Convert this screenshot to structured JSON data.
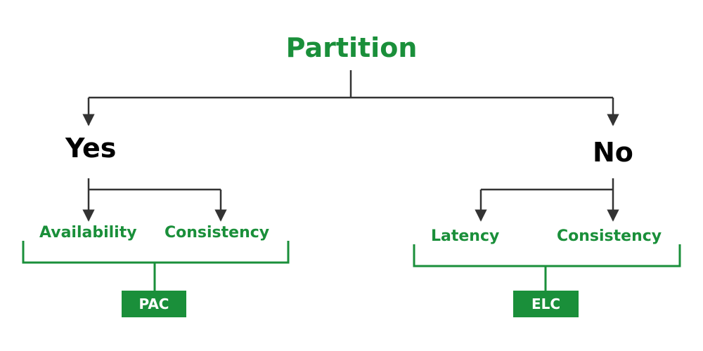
{
  "colors": {
    "accent": "#1a8f3a",
    "line": "#333333",
    "text": "#000000",
    "badge_text": "#ffffff"
  },
  "root": {
    "label": "Partition"
  },
  "yes": {
    "label": "Yes",
    "options": [
      {
        "label": "Availability"
      },
      {
        "label": "Consistency"
      }
    ],
    "result": "PAC"
  },
  "no": {
    "label": "No",
    "options": [
      {
        "label": "Latency"
      },
      {
        "label": "Consistency"
      }
    ],
    "result": "ELC"
  }
}
